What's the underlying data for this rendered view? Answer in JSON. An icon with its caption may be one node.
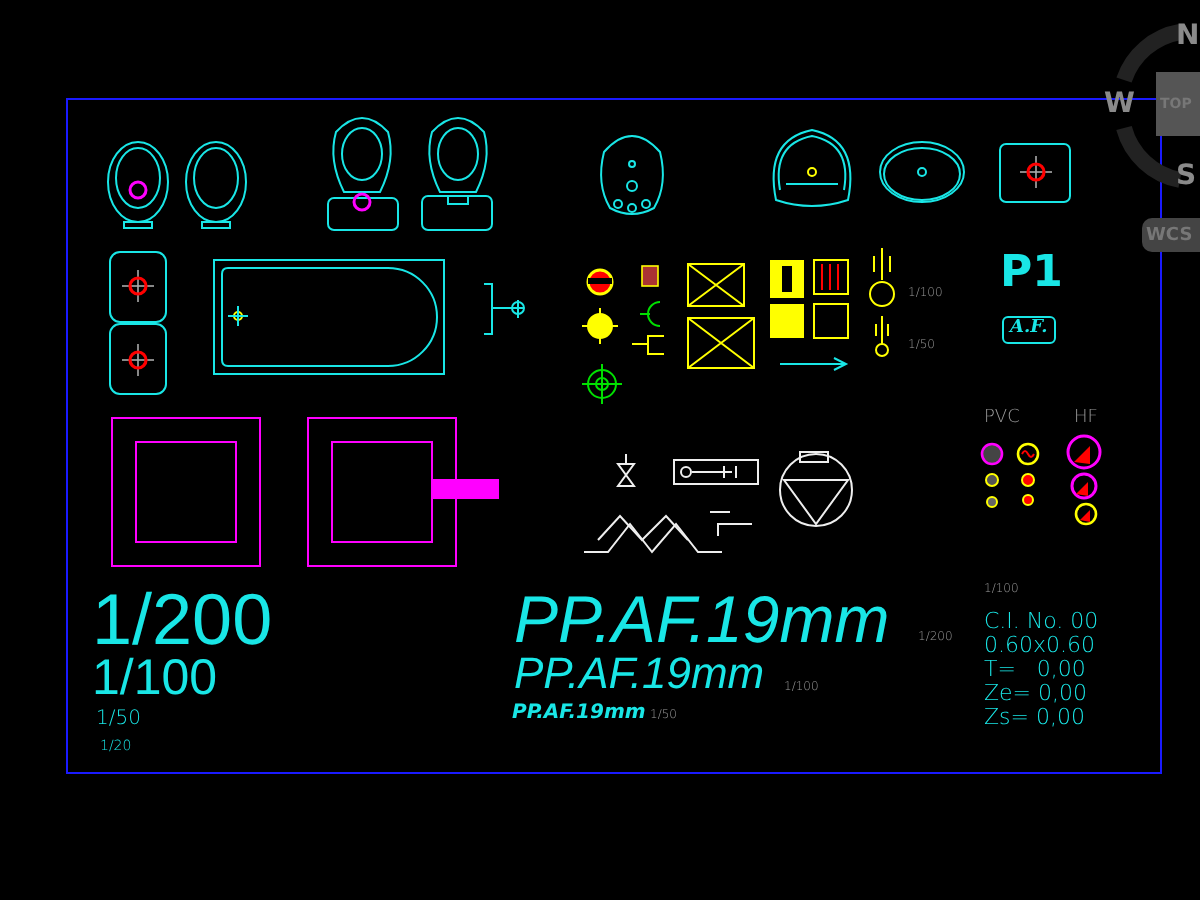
{
  "diagram": {
    "nodes": [
      {
        "text": [
          "A.F."
        ]
      }
    ],
    "labels": [
      "N",
      "W",
      "TOP",
      "S",
      "WCS",
      "P1",
      "1/100",
      "1/50",
      "PVC",
      "HF",
      "1/100",
      "1/200",
      "PP.AF.19mm",
      "1/200",
      "C.I. No. 00",
      "0.60x0.60",
      "T=   0,00",
      "1/100",
      "PP.AF.19mm",
      "1/100",
      "Ze= 0,00",
      "1/50",
      "PP.AF.19mm",
      "1/50",
      "Zs= 0,00",
      "1/20"
    ]
  }
}
